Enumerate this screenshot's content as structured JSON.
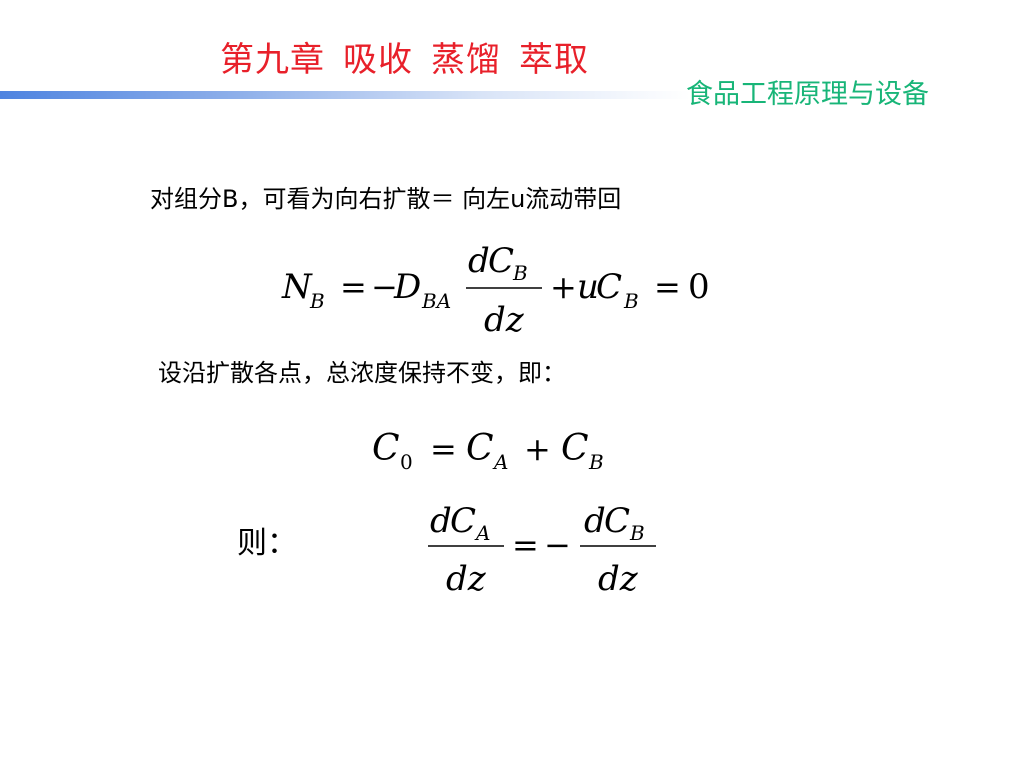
{
  "header": {
    "title_parts": [
      "第九章",
      "吸收",
      "蒸馏",
      "萃取"
    ],
    "course": "食品工程原理与设备",
    "title_color": "#e8202a",
    "course_color": "#18b578",
    "bar_color": "#4f84e0"
  },
  "body": {
    "line1": "对组分B，可看为向右扩散＝ 向左u流动带回",
    "line2": "设沿扩散各点，总浓度保持不变，即：",
    "line3": "则："
  },
  "equations": {
    "eq1": {
      "lhs_symbol": "N",
      "lhs_sub": "B",
      "equals": "=",
      "minus": "−",
      "coef_symbol": "D",
      "coef_sub": "BA",
      "frac_num_d": "d",
      "frac_num_symbol": "C",
      "frac_num_sub": "B",
      "frac_den": "dz",
      "plus": "+",
      "term2_u": "u",
      "term2_symbol": "C",
      "term2_sub": "B",
      "equals2": "=",
      "rhs": "0"
    },
    "eq2": {
      "lhs_symbol": "C",
      "lhs_sub": "0",
      "equals": "=",
      "a_symbol": "C",
      "a_sub": "A",
      "plus": "+",
      "b_symbol": "C",
      "b_sub": "B"
    },
    "eq3": {
      "left_num_d": "d",
      "left_num_symbol": "C",
      "left_num_sub": "A",
      "left_den": "dz",
      "equals": "=",
      "minus": "−",
      "right_num_d": "d",
      "right_num_symbol": "C",
      "right_num_sub": "B",
      "right_den": "dz"
    }
  }
}
